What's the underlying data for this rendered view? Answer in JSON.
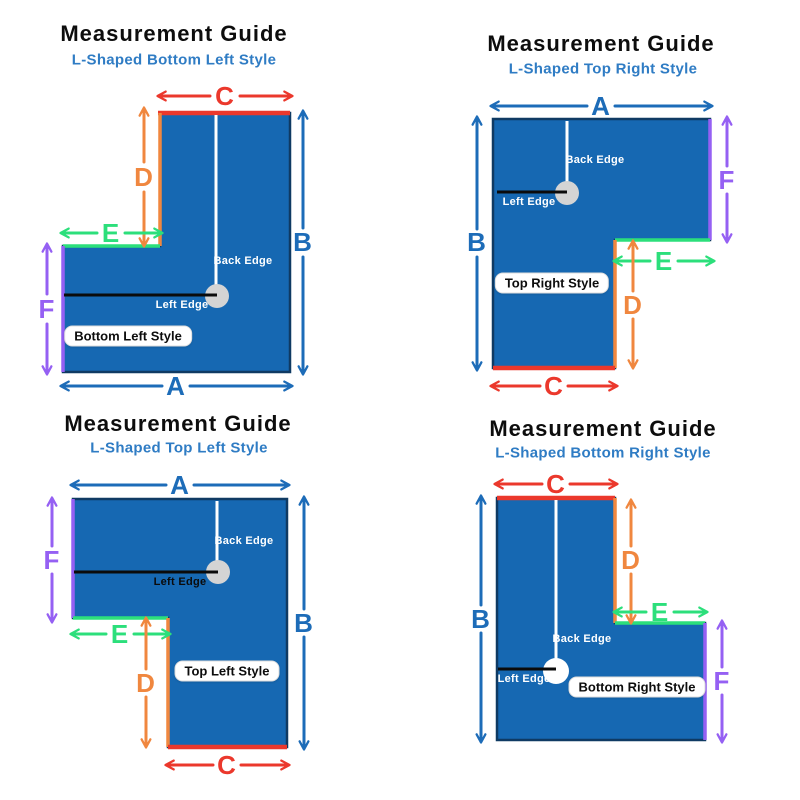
{
  "letters": {
    "A": "A",
    "B": "B",
    "C": "C",
    "D": "D",
    "E": "E",
    "F": "F"
  },
  "quadrants": [
    {
      "title": "Measurement Guide",
      "subtitle": "L-Shaped Bottom Left Style",
      "style_label": "Bottom Left Style",
      "back_edge": "Back Edge",
      "left_edge": "Left Edge"
    },
    {
      "title": "Measurement Guide",
      "subtitle": "L-Shaped Top Right Style",
      "style_label": "Top Right Style",
      "back_edge": "Back Edge",
      "left_edge": "Left Edge"
    },
    {
      "title": "Measurement Guide",
      "subtitle": "L-Shaped Top Left Style",
      "style_label": "Top Left Style",
      "back_edge": "Back Edge",
      "left_edge": "Left Edge"
    },
    {
      "title": "Measurement Guide",
      "subtitle": "L-Shaped Bottom Right Style",
      "style_label": "Bottom Right Style",
      "back_edge": "Back Edge",
      "left_edge": "Left Edge"
    }
  ],
  "colors": {
    "shape_fill": "#1668B2",
    "shape_border": "#0F3A63",
    "arrow_blue": "#1D6CB8",
    "measure_red": "#EB382C",
    "measure_orange": "#F0873F",
    "measure_green": "#2CDF7B",
    "measure_purple": "#9560F3",
    "subtitle_blue": "#2F7CC4",
    "circle_gray": "#D4D4D4",
    "circle_white": "#FFFFFF",
    "background": "#FFFFFF"
  }
}
